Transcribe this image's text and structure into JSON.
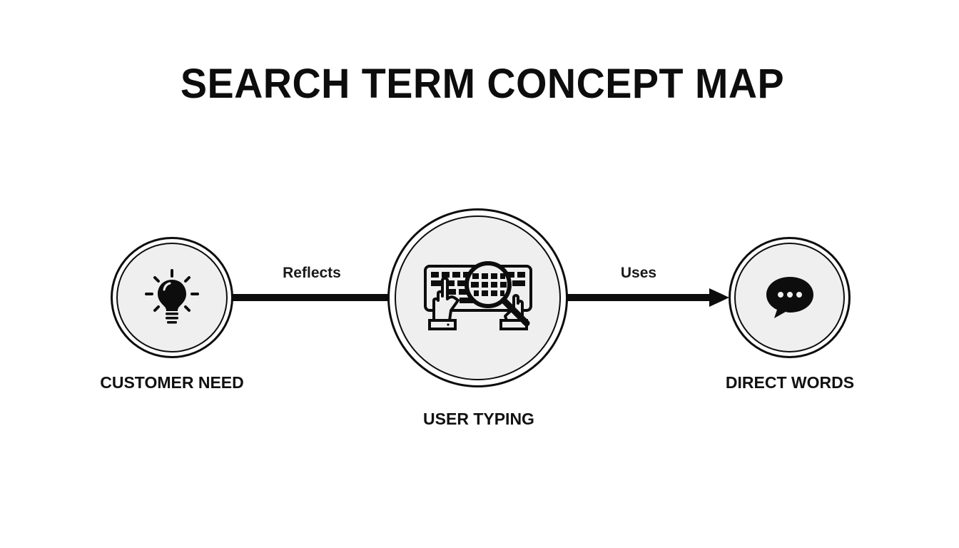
{
  "title": "SEARCH TERM CONCEPT MAP",
  "colors": {
    "background": "#ffffff",
    "ink": "#0d0d0d",
    "node_fill": "#efefef"
  },
  "nodes": [
    {
      "id": "customer-need",
      "label": "CUSTOMER NEED",
      "icon": "lightbulb-icon"
    },
    {
      "id": "user-typing",
      "label": "USER TYPING",
      "icon": "keyboard-search-icon"
    },
    {
      "id": "direct-words",
      "label": "DIRECT WORDS",
      "icon": "speech-bubble-icon"
    }
  ],
  "edges": [
    {
      "from": "customer-need",
      "to": "user-typing",
      "label": "Reflects",
      "arrow": false
    },
    {
      "from": "user-typing",
      "to": "direct-words",
      "label": "Uses",
      "arrow": true
    }
  ]
}
